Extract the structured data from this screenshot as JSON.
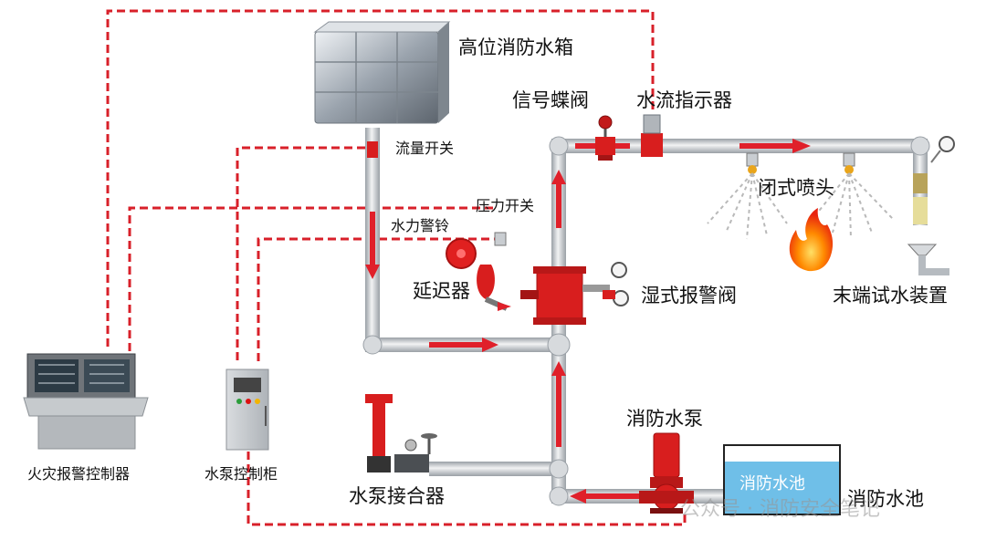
{
  "labels": {
    "tank": "高位消防水箱",
    "signal_valve": "信号蝶阀",
    "flow_indicator": "水流指示器",
    "flow_switch": "流量开关",
    "pressure_switch": "压力开关",
    "water_bell": "水力警铃",
    "sprinklers": "闭式喷头",
    "delay": "延迟器",
    "alarm_valve": "湿式报警阀",
    "end_test": "末端试水装置",
    "fire_panel": "火灾报警控制器",
    "pump_cabinet": "水泵控制柜",
    "pump": "消防水泵",
    "connector": "水泵接合器",
    "pool_inner": "消防水池",
    "pool": "消防水池"
  },
  "watermark": "公众号 · 消防安全笔记",
  "colors": {
    "pipe": "#c9cdd1",
    "pipe_edge": "#9aa0a6",
    "flow_arrow": "#e0202a",
    "signal_line": "#d8202a",
    "valve_red": "#d81e1e",
    "pool_water": "#6fbfe8"
  }
}
